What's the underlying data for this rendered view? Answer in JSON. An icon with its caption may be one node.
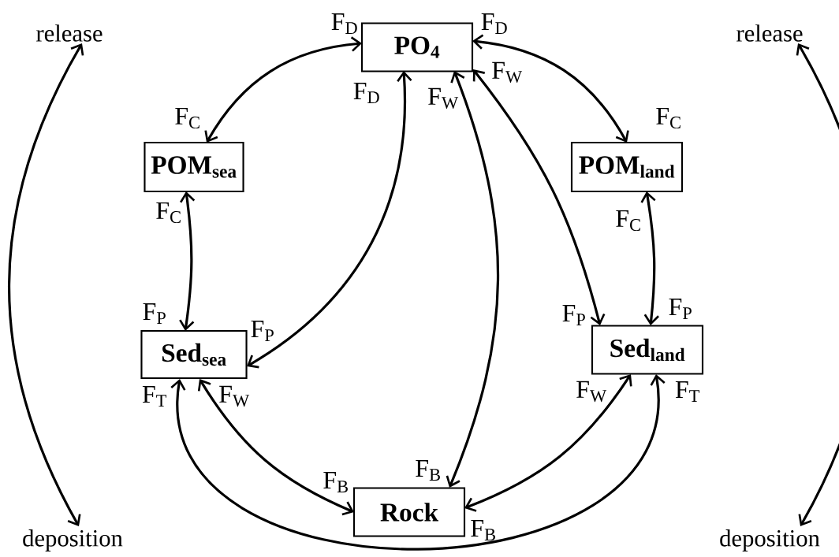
{
  "diagram": {
    "nodes": [
      {
        "text": [
          "PO$_{4}$"
        ]
      },
      {
        "text": [
          "POM$_{sea}$"
        ]
      },
      {
        "text": [
          "POM$_{land}$"
        ]
      },
      {
        "text": [
          "Sed$_{sea}$"
        ]
      },
      {
        "text": [
          "Sed$_{land}$"
        ]
      },
      {
        "text": [
          "Rock"
        ]
      },
      {
        "text": [
          "release"
        ]
      },
      {
        "text": [
          "deposition"
        ]
      },
      {
        "text": [
          "release"
        ]
      },
      {
        "text": [
          "deposition"
        ]
      }
    ],
    "edges": [
      {
        "from": 0,
        "to": 1,
        "arrow": "both"
      },
      {
        "from": 0,
        "to": 2,
        "arrow": "both"
      },
      {
        "from": 1,
        "to": 3,
        "arrow": "both"
      },
      {
        "from": 2,
        "to": 4,
        "arrow": "both"
      },
      {
        "from": 0,
        "to": 3,
        "arrow": "both"
      },
      {
        "from": 0,
        "to": 5,
        "arrow": "both"
      },
      {
        "from": 0,
        "to": 4,
        "arrow": "both"
      },
      {
        "from": 3,
        "to": 5,
        "arrow": "both"
      },
      {
        "from": 4,
        "to": 5,
        "arrow": "both"
      },
      {
        "from": 3,
        "to": 4,
        "arrow": "both"
      },
      {
        "from": 6,
        "to": 7,
        "arrow": "both"
      },
      {
        "from": 8,
        "to": 9,
        "arrow": "both"
      }
    ],
    "labels": [
      "F$_{D}$",
      "F$_{D}$",
      "F$_{W}$",
      "F$_{D}$",
      "F$_{W}$",
      "F$_{C}$",
      "F$_{C}$",
      "F$_{C}$",
      "F$_{C}$",
      "F$_{P}$",
      "F$_{P}$",
      "F$_{P}$",
      "F$_{P}$",
      "F$_{T}$",
      "F$_{W}$",
      "F$_{W}$",
      "F$_{T}$",
      "F$_{B}$",
      "F$_{B}$",
      "F$_{B}$"
    ]
  }
}
